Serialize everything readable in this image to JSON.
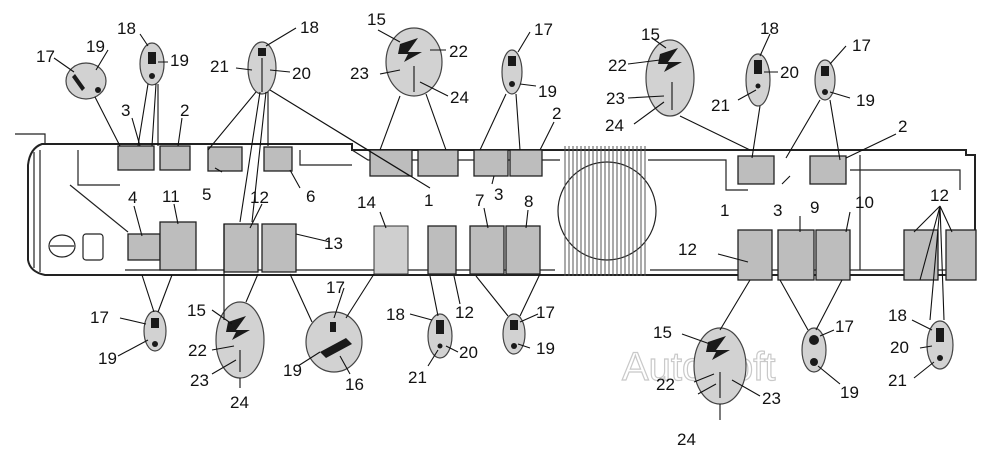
{
  "watermark": "AutoSoft",
  "labels": {
    "l17_tl": "17",
    "l19_tl": "19",
    "l18_t1": "18",
    "l19_t1": "19",
    "l3_a": "3",
    "l2_a": "2",
    "l5": "5",
    "l6": "6",
    "l18_t2": "18",
    "l21_t2": "21",
    "l20_t2": "20",
    "l15_t3": "15",
    "l22_t3": "22",
    "l23_t3": "23",
    "l24_t3": "24",
    "l1_a": "1",
    "l17_t4": "17",
    "l19_t4": "19",
    "l2_b": "2",
    "l3_b": "3",
    "l15_t5": "15",
    "l22_t5": "22",
    "l23_t5": "23",
    "l24_t5": "24",
    "l18_t6": "18",
    "l20_t6": "20",
    "l21_t6": "21",
    "l17_t7": "17",
    "l19_t7": "19",
    "l2_c": "2",
    "l1_b": "1",
    "l3_c": "3",
    "l4": "4",
    "l11": "11",
    "l12_a": "12",
    "l13": "13",
    "l14": "14",
    "l7": "7",
    "l8": "8",
    "l9": "9",
    "l10": "10",
    "l12_b": "12",
    "l12_c": "12",
    "l17_b1": "17",
    "l19_b1": "19",
    "l15_b2": "15",
    "l22_b2": "22",
    "l23_b2": "23",
    "l24_b2": "24",
    "l17_b3": "17",
    "l19_b3": "19",
    "l16": "16",
    "l18_b4": "18",
    "l12_d": "12",
    "l20_b4": "20",
    "l21_b4": "21",
    "l17_b5": "17",
    "l19_b5": "19",
    "l15_b6": "15",
    "l22_b6": "22",
    "l23_b6": "23",
    "l24_b6": "24",
    "l17_b7": "17",
    "l19_b7": "19",
    "l18_b8": "18",
    "l20_b8": "20",
    "l21_b8": "21"
  }
}
